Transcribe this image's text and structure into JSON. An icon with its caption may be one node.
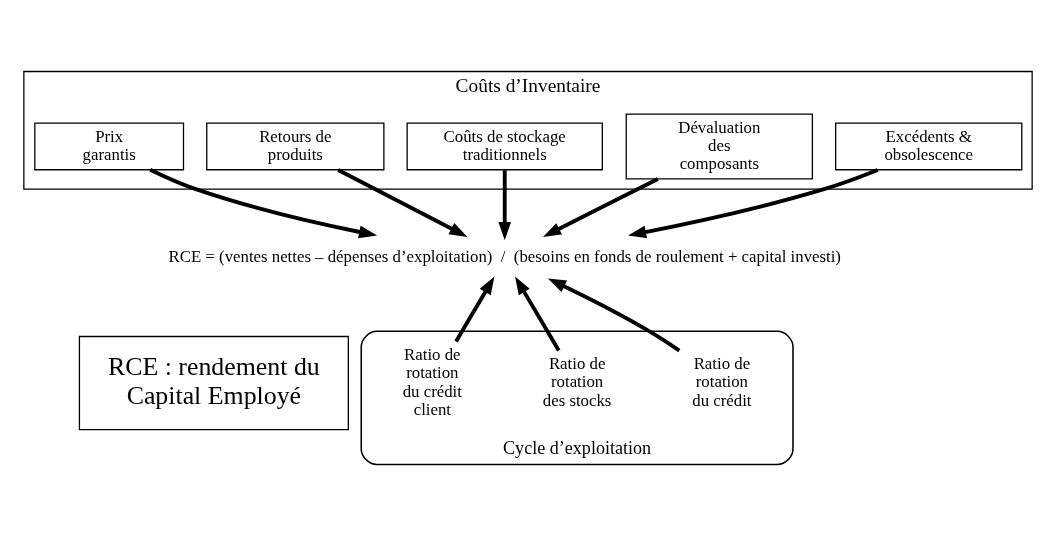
{
  "diagram": {
    "nodes": [
      {
        "text": [
          "Coûts d’Inventaire"
        ]
      },
      {
        "text": [
          "Prix garantis"
        ],
        "in": 0
      },
      {
        "text": [
          "Retours de produits"
        ],
        "in": 0
      },
      {
        "text": [
          "Coûts de stockage traditionnels"
        ],
        "in": 0
      },
      {
        "text": [
          "Dévaluation des composants"
        ],
        "in": 0
      },
      {
        "text": [
          "Excédents & obsolescence"
        ],
        "in": 0
      },
      {
        "text": [
          "RCE = (ventes nettes – dépenses d’exploitation)  /  (besoins en fonds de roulement + capital investi)"
        ]
      },
      {
        "text": [
          "RCE : rendement du Capital Employé"
        ]
      },
      {
        "text": [
          "Cycle d’exploitation"
        ]
      },
      {
        "text": [
          "Ratio de rotation du crédit client"
        ],
        "in": 8
      },
      {
        "text": [
          "Ratio de rotation des stocks"
        ],
        "in": 8
      },
      {
        "text": [
          "Ratio de rotation du crédit"
        ],
        "in": 8
      }
    ],
    "edges": [
      {
        "from": 1,
        "to": 6,
        "arrow": "to"
      },
      {
        "from": 2,
        "to": 6,
        "arrow": "to"
      },
      {
        "from": 3,
        "to": 6,
        "arrow": "to"
      },
      {
        "from": 4,
        "to": 6,
        "arrow": "to"
      },
      {
        "from": 5,
        "to": 6,
        "arrow": "to"
      },
      {
        "from": 9,
        "to": 6,
        "arrow": "to"
      },
      {
        "from": 10,
        "to": 6,
        "arrow": "to"
      },
      {
        "from": 11,
        "to": 6,
        "arrow": "to"
      }
    ]
  }
}
